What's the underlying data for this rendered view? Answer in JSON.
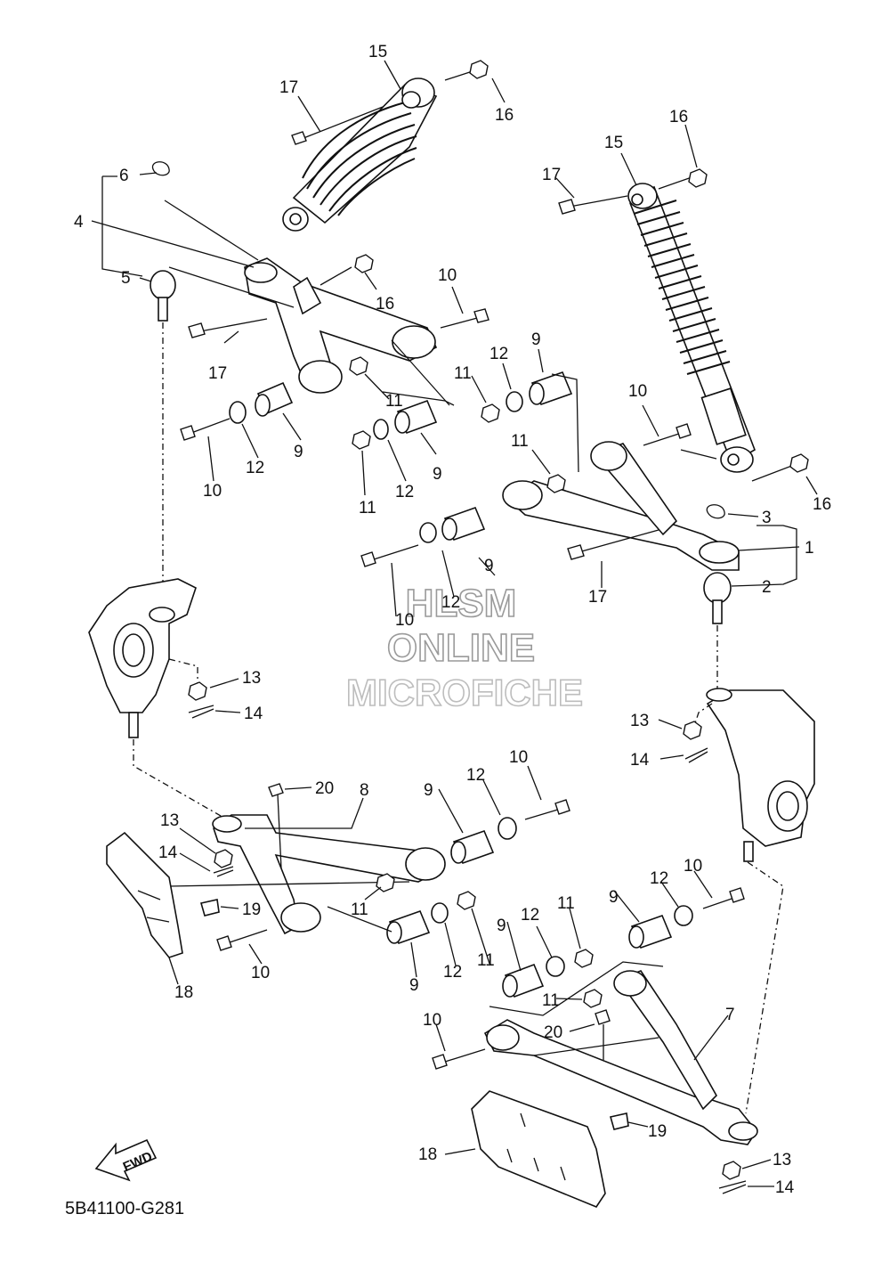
{
  "diagram_code": "5B41100-G281",
  "fwd_label": "FWD",
  "watermark": {
    "line1": "HLSM",
    "line2": "ONLINE",
    "line3": "MICROFICHE"
  },
  "callouts": {
    "c15a": "15",
    "c17a": "17",
    "c16a": "16",
    "c6": "6",
    "c4": "4",
    "c5": "5",
    "c16b": "16",
    "c17b": "17",
    "c10a": "10",
    "c11a": "11",
    "c12a": "12",
    "c9a": "9",
    "c11b": "11",
    "c12b": "12",
    "c9b": "9",
    "c10b": "10",
    "c16c": "16",
    "c15b": "15",
    "c17c": "17",
    "c12c": "12",
    "c9c": "9",
    "c11c": "11",
    "c10c": "10",
    "c11d": "11",
    "c3": "3",
    "c16d": "16",
    "c1": "1",
    "c2": "2",
    "c17d": "17",
    "c12d": "12",
    "c9d": "9",
    "c10d": "10",
    "c13a": "13",
    "c14a": "14",
    "c13b": "13",
    "c14b": "14",
    "c20a": "20",
    "c8": "8",
    "c9e": "9",
    "c12e": "12",
    "c10e": "10",
    "c13c": "13",
    "c14c": "14",
    "c19a": "19",
    "c10f": "10",
    "c18a": "18",
    "c11e": "11",
    "c9f": "9",
    "c12f": "12",
    "c11f": "11",
    "c9g": "9",
    "c12g": "12",
    "c11g": "11",
    "c11h": "11",
    "c9h": "9",
    "c12h": "12",
    "c10g": "10",
    "c7": "7",
    "c10h": "10",
    "c20b": "20",
    "c19b": "19",
    "c18b": "18",
    "c13d": "13",
    "c14d": "14"
  }
}
